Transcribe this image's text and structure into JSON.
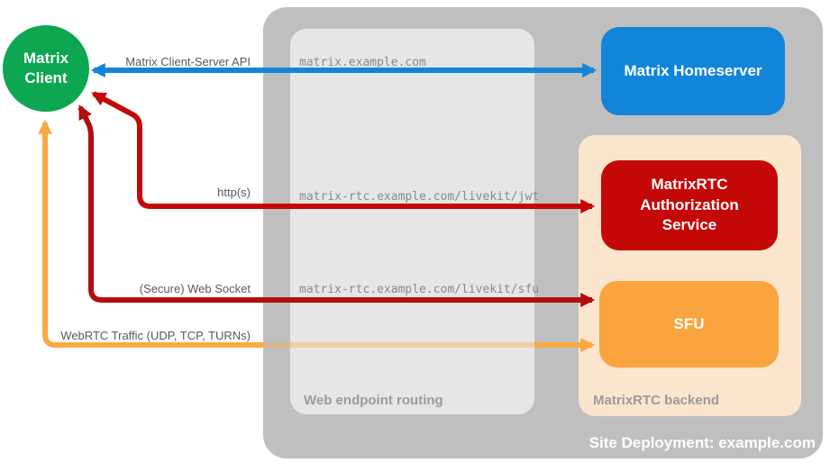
{
  "client": {
    "label": "Matrix Client",
    "color": "#0CA750"
  },
  "homeserver": {
    "label": "Matrix Homeserver",
    "color": "#1285D9"
  },
  "auth_service": {
    "label": "MatrixRTC Authorization Service",
    "color": "#C50808"
  },
  "sfu": {
    "label": "SFU",
    "color": "#F9A43E"
  },
  "zones": {
    "routing": {
      "label": "Web endpoint routing",
      "color": "#E6E6E6"
    },
    "backend": {
      "label": "MatrixRTC backend",
      "color": "#FBE5CD"
    },
    "deployment": {
      "label": "Site Deployment: example.com",
      "color": "#BFBFBF"
    }
  },
  "endpoints": [
    {
      "host": "matrix.example.com"
    },
    {
      "host": "matrix-rtc.example.com/livekit/jwt"
    },
    {
      "host": "matrix-rtc.example.com/livekit/sfu"
    }
  ],
  "connections": [
    {
      "label": "Matrix Client-Server API",
      "color": "#1285D9",
      "from": "Matrix Client",
      "to": "Matrix Homeserver",
      "bidirectional": true
    },
    {
      "label": "http(s)",
      "color": "#C50808",
      "from": "Matrix Client",
      "to": "MatrixRTC Authorization Service",
      "bidirectional": true
    },
    {
      "label": "(Secure) Web Socket",
      "color": "#B30E0E",
      "from": "Matrix Client",
      "to": "SFU",
      "bidirectional": true
    },
    {
      "label": "WebRTC Traffic (UDP, TCP, TURNs)",
      "color": "#FAA945",
      "from": "Matrix Client",
      "to": "SFU",
      "bidirectional": true
    }
  ]
}
